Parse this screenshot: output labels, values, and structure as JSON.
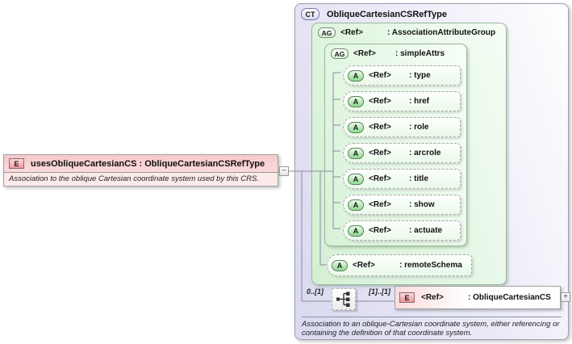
{
  "colors": {
    "element_pink": "#f0969a",
    "complex_type_lavender": "#d9d9ef",
    "attribute_group_green": "#d8f1d8"
  },
  "source_element": {
    "badge": "E",
    "title": "usesObliqueCartesianCS : ObliqueCartesianCSRefType",
    "description": "Association to the oblique Cartesian coordinate system used by this CRS.",
    "collapse_glyph": "−"
  },
  "complex_type": {
    "badge": "CT",
    "title": "ObliqueCartesianCSRefType",
    "description": "Association to an oblique-Cartesian coordinate system, either referencing or containing the definition of that coordinate system.",
    "attribute_group": {
      "badge": "AG",
      "ref_label": "<Ref>",
      "name": ": AssociationAttributeGroup",
      "simple_attrs": {
        "badge": "AG",
        "ref_label": "<Ref>",
        "name": ": simpleAttrs",
        "attributes": [
          {
            "badge": "A",
            "ref_label": "<Ref>",
            "name": ": type"
          },
          {
            "badge": "A",
            "ref_label": "<Ref>",
            "name": ": href"
          },
          {
            "badge": "A",
            "ref_label": "<Ref>",
            "name": ": role"
          },
          {
            "badge": "A",
            "ref_label": "<Ref>",
            "name": ": arcrole"
          },
          {
            "badge": "A",
            "ref_label": "<Ref>",
            "name": ": title"
          },
          {
            "badge": "A",
            "ref_label": "<Ref>",
            "name": ": show"
          },
          {
            "badge": "A",
            "ref_label": "<Ref>",
            "name": ": actuate"
          }
        ]
      },
      "remote_schema": {
        "badge": "A",
        "ref_label": "<Ref>",
        "name": ": remoteSchema"
      }
    },
    "content_model": {
      "min_occurs_label": "0..[1]",
      "occurs_label": "[1]..[1]",
      "element": {
        "badge": "E",
        "ref_label": "<Ref>",
        "name": ": ObliqueCartesianCS",
        "expand_glyph": "+"
      }
    }
  }
}
